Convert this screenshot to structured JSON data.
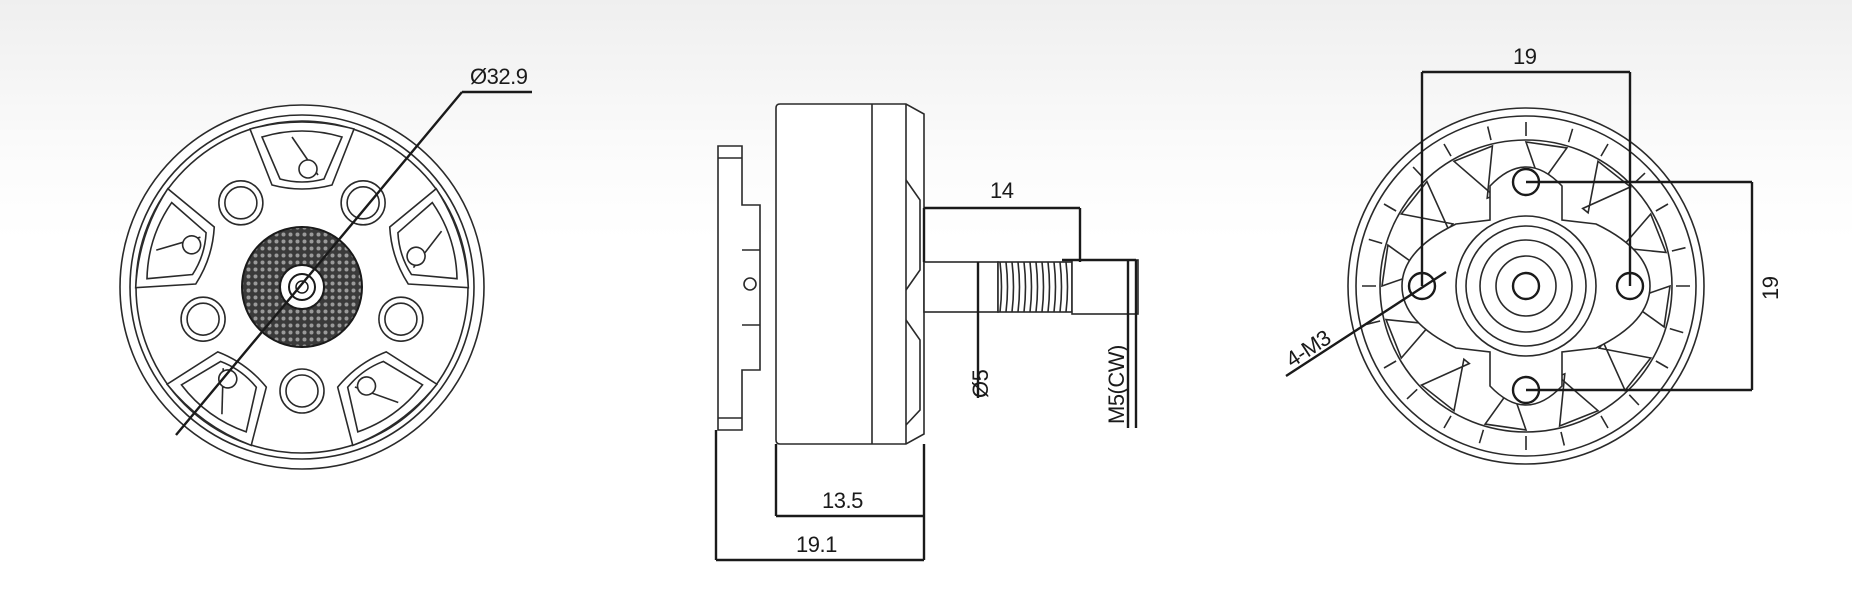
{
  "views": {
    "top": {
      "diameter_label": "Ø32.9"
    },
    "side": {
      "shaft_length_label": "14",
      "bell_height_label": "13.5",
      "total_height_label": "19.1",
      "shaft_diameter_label": "Ø5",
      "thread_label": "M5(CW)"
    },
    "bottom": {
      "hole_spacing_x_label": "19",
      "hole_spacing_y_label": "19",
      "mount_hole_label": "4-M3"
    }
  },
  "colors": {
    "line": "#1a1a1a",
    "background": "#ffffff"
  }
}
